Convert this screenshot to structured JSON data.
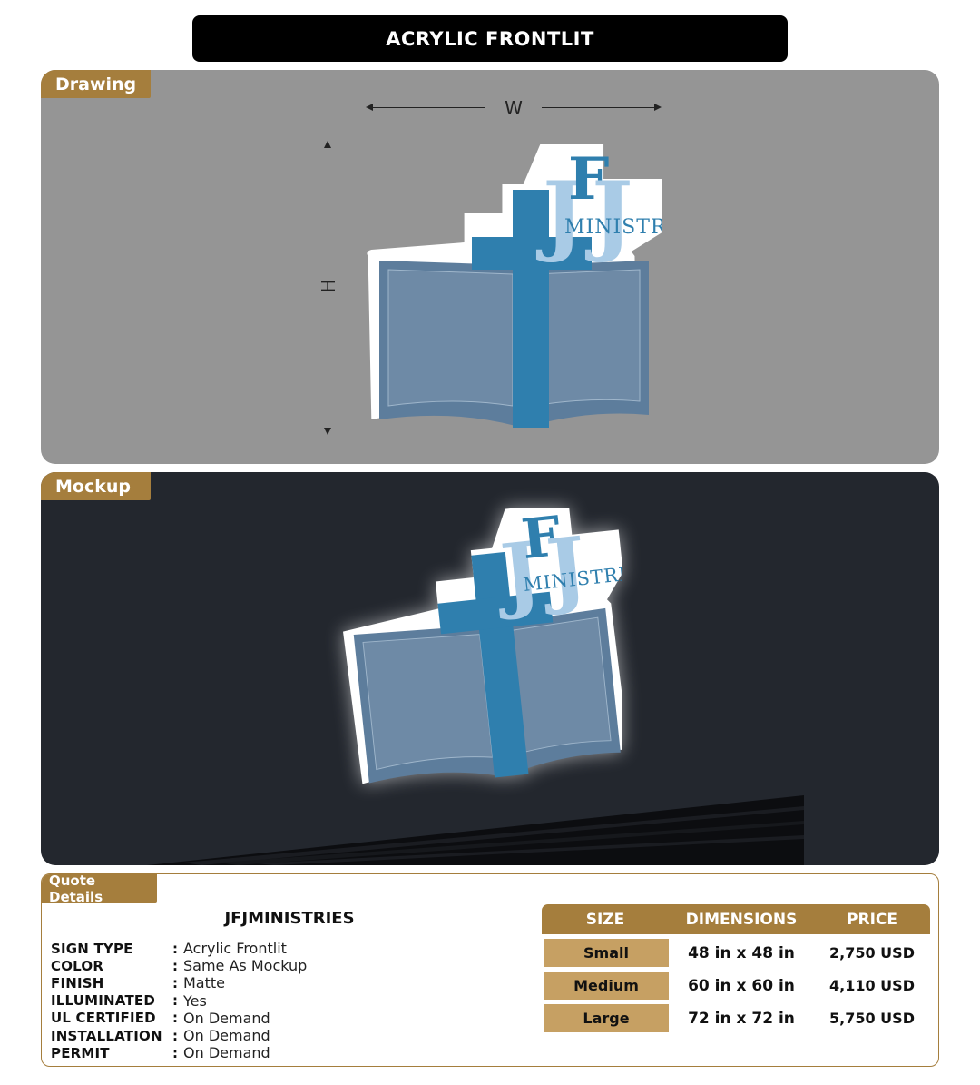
{
  "header": {
    "title": "ACRYLIC FRONTLIT"
  },
  "drawing": {
    "label": "Drawing",
    "width_label": "W",
    "height_label": "H"
  },
  "mockup": {
    "label": "Mockup"
  },
  "logo": {
    "letters": "JFJ",
    "word": "MINISTRIES",
    "colors": {
      "cross": "#2f7fae",
      "book": "#5d7d9c",
      "book_page": "#6e8aa6",
      "letters_dark": "#2f7fae",
      "letters_light": "#a9cbe6",
      "outline": "#ffffff"
    }
  },
  "quote": {
    "label": "Quote Details",
    "client": "JFJMINISTRIES",
    "specs": [
      {
        "key": "SIGN TYPE",
        "value": "Acrylic Frontlit"
      },
      {
        "key": "COLOR",
        "value": "Same As Mockup"
      },
      {
        "key": "FINISH",
        "value": "Matte"
      },
      {
        "key": "ILLUMINATED",
        "value": "Yes"
      },
      {
        "key": "UL CERTIFIED",
        "value": "On Demand"
      },
      {
        "key": "INSTALLATION",
        "value": "On Demand"
      },
      {
        "key": "PERMIT",
        "value": "On Demand"
      }
    ],
    "separator": ":",
    "table": {
      "headers": {
        "size": "SIZE",
        "dimensions": "DIMENSIONS",
        "price": "PRICE"
      },
      "rows": [
        {
          "size": "Small",
          "dimensions": "48 in x 48 in",
          "price": "2,750 USD"
        },
        {
          "size": "Medium",
          "dimensions": "60 in x 60 in",
          "price": "4,110 USD"
        },
        {
          "size": "Large",
          "dimensions": "72 in x 72 in",
          "price": "5,750 USD"
        }
      ]
    }
  },
  "colors": {
    "accent": "#a57e3d",
    "accent_light": "#c6a063",
    "drawing_bg": "#959595",
    "mockup_bg": "#23272e"
  }
}
